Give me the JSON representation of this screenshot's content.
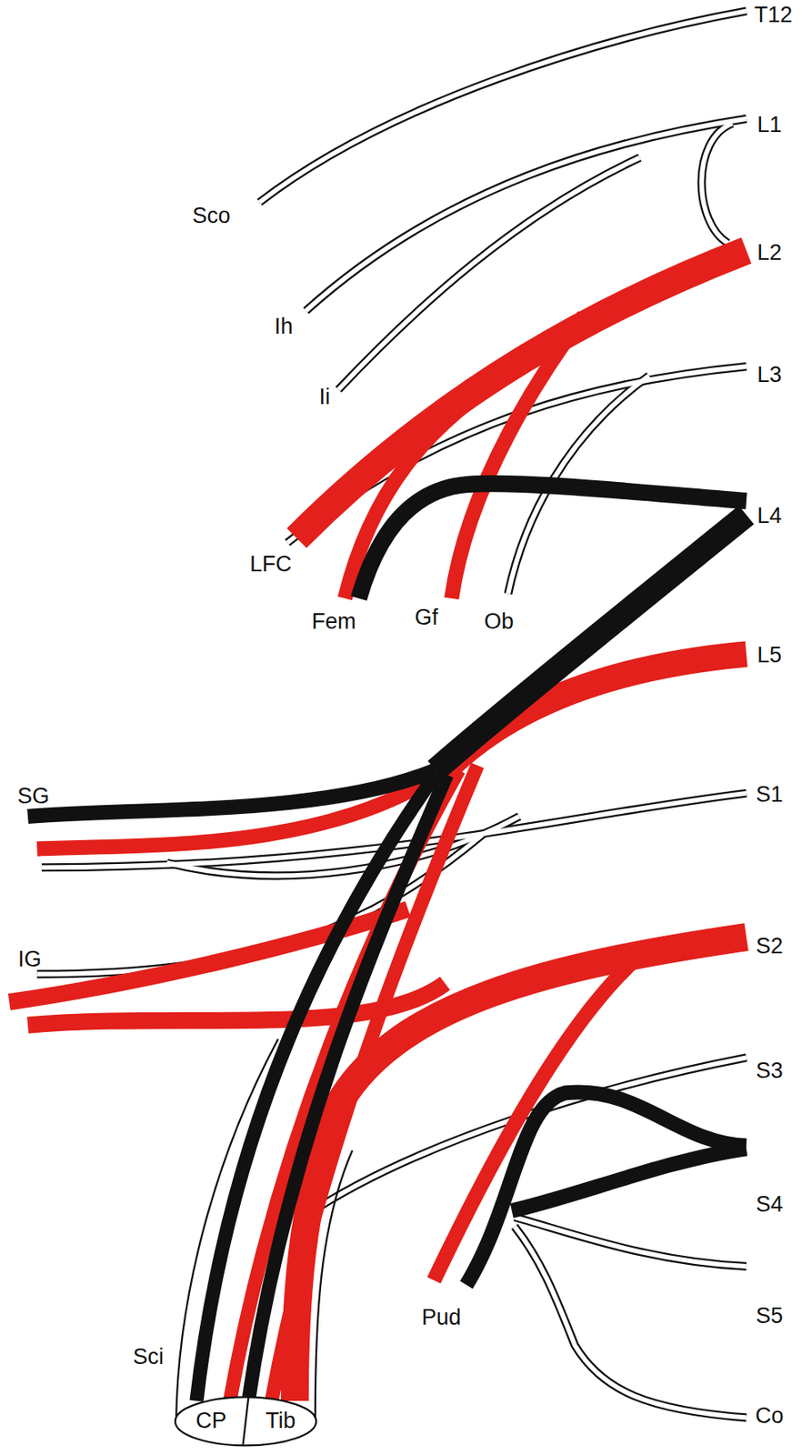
{
  "diagram": {
    "nodes": [
      {
        "text": [
          "CP",
          "Tib"
        ]
      }
    ],
    "labels": [
      "T12",
      "L1",
      "L2",
      "L3",
      "L4",
      "L5",
      "S1",
      "S2",
      "S3",
      "S4",
      "S5",
      "Co",
      "Sco",
      "Ih",
      "Ii",
      "LFC",
      "Fem",
      "Gf",
      "Ob",
      "SG",
      "IG",
      "Sci",
      "Pud"
    ]
  }
}
